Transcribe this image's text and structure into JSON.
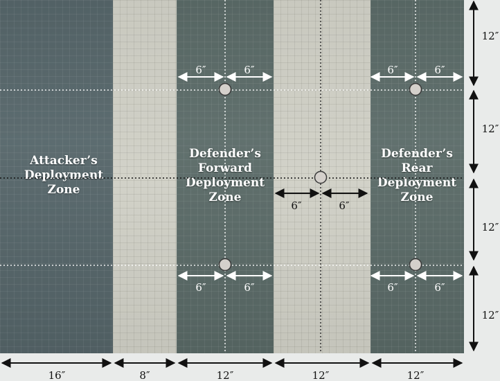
{
  "zones": {
    "attacker": "Attacker’s\nDeployment\nZone",
    "defender_forward": "Defender’s\nForward\nDeployment\nZone",
    "defender_rear": "Defender’s\nRear\nDeployment\nZone"
  },
  "bottom_measurements": [
    "16″",
    "8″",
    "12″",
    "12″",
    "12″"
  ],
  "side_measurements": [
    "12″",
    "12″",
    "12″",
    "12″"
  ],
  "objective_offsets": {
    "forward_top_left": "6″",
    "forward_top_right": "6″",
    "rear_top_left": "6″",
    "rear_top_right": "6″",
    "center_left": "6″",
    "center_right": "6″",
    "forward_bottom_left": "6″",
    "forward_bottom_right": "6″",
    "rear_bottom_left": "6″",
    "rear_bottom_right": "6″"
  },
  "colors": {
    "dark_band": "#5b6b68",
    "light_band": "#cfcfc5",
    "marker_fill": "#d4d0cb"
  }
}
